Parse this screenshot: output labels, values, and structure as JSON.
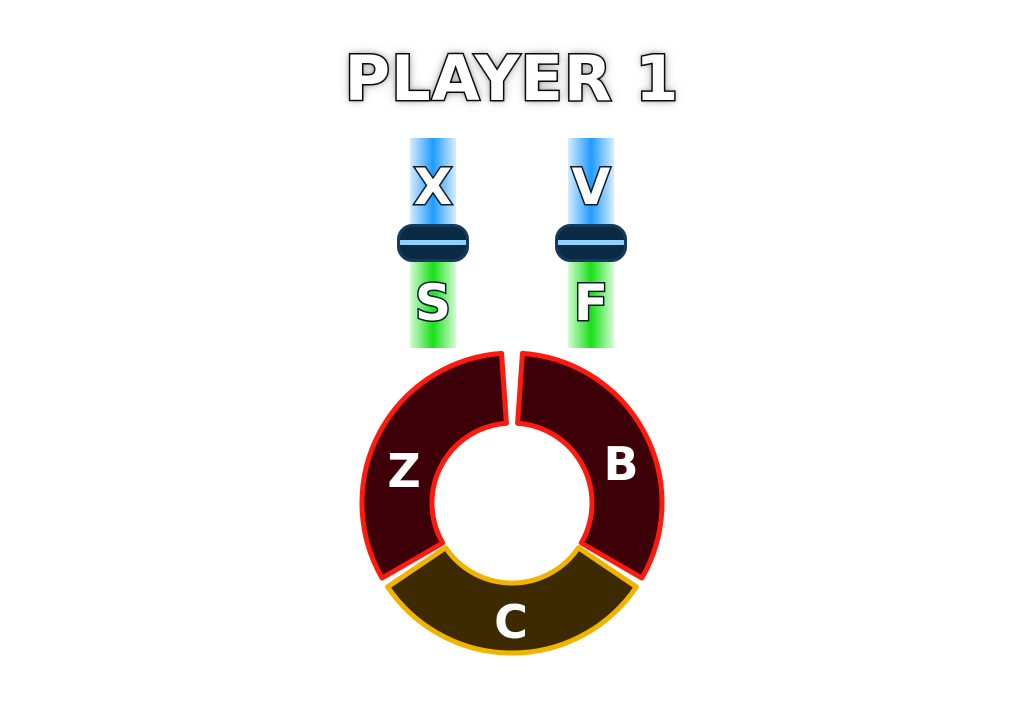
{
  "title": "PLAYER 1",
  "sliders": [
    {
      "top_key": "X",
      "bottom_key": "S"
    },
    {
      "top_key": "V",
      "bottom_key": "F"
    }
  ],
  "wheel": {
    "left": {
      "label": "Z",
      "fill": "#3e0008",
      "stroke": "#ff1a10"
    },
    "right": {
      "label": "B",
      "fill": "#3e0008",
      "stroke": "#ff1a10"
    },
    "bottom": {
      "label": "C",
      "fill": "#3d2a00",
      "stroke": "#f0b400"
    }
  },
  "colors": {
    "top_glow": "#1f9bff",
    "bottom_glow": "#18e018",
    "handle": "#0b2a44"
  }
}
